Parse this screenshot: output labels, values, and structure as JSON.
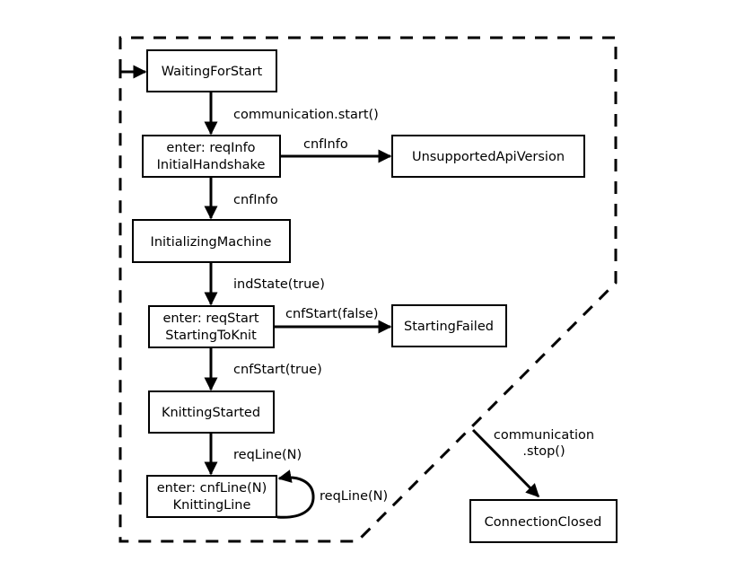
{
  "states": {
    "waiting_for_start": "WaitingForStart",
    "initial_handshake_entry": "enter: reqInfo",
    "initial_handshake": "InitialHandshake",
    "unsupported_api_version": "UnsupportedApiVersion",
    "initializing_machine": "InitializingMachine",
    "starting_to_knit_entry": "enter: reqStart",
    "starting_to_knit": "StartingToKnit",
    "starting_failed": "StartingFailed",
    "knitting_started": "KnittingStarted",
    "knitting_line_entry": "enter: cnfLine(N)",
    "knitting_line": "KnittingLine",
    "connection_closed": "ConnectionClosed"
  },
  "transitions": {
    "communication_start": "communication.start()",
    "cnf_info_to_unsupported": "cnfInfo",
    "cnf_info": "cnfInfo",
    "ind_state_true": "indState(true)",
    "cnf_start_false": "cnfStart(false)",
    "cnf_start_true": "cnfStart(true)",
    "req_line_in": "reqLine(N)",
    "req_line_loop": "reqLine(N)",
    "communication_stop_1": "communication",
    "communication_stop_2": ".stop()"
  }
}
